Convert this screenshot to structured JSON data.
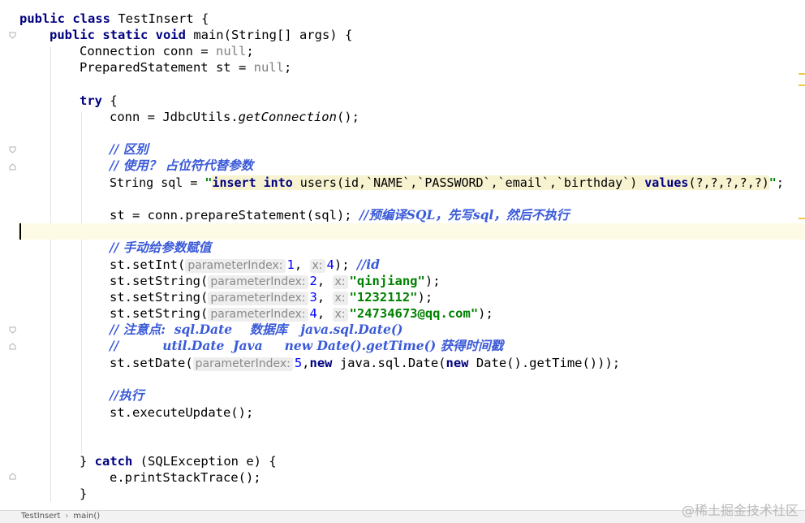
{
  "code": {
    "l1": {
      "kw": "public class ",
      "rest": "TestInsert {"
    },
    "l2": {
      "kw": "public static void ",
      "rest": "main(String[] args) {"
    },
    "l3": {
      "a": "Connection conn = ",
      "nullv": "null",
      "b": ";"
    },
    "l4": {
      "a": "PreparedStatement st = ",
      "nullv": "null",
      "b": ";"
    },
    "l5": {
      "kw": "try",
      "rest": " {"
    },
    "l6": {
      "a": "conn = JdbcUtils.",
      "m": "getConnection",
      "b": "();"
    },
    "l7": {
      "c": "// 区别"
    },
    "l8": {
      "c": "// 使用？ 占位符代替参数"
    },
    "l9": {
      "a": "String sql = ",
      "q1": "\"",
      "s1": "insert into",
      "s2": " users(id,`NAME`,`PASSWORD`,`email`,`birthday`) ",
      "s3": "values",
      "s4": "(?,?,?,?,?)",
      "q2": "\"",
      "b": ";"
    },
    "l10": {
      "a": "st = conn.prepareStatement(sql); ",
      "c": "//预编译SQL，先写sql，然后不执行"
    },
    "l11": {
      "c": "// 手动给参数赋值"
    },
    "l12": {
      "a": "st.setInt(",
      "h1": "parameterIndex:",
      "n1": "1",
      "sep": ", ",
      "h2": "x:",
      "n2": "4",
      "b": "); ",
      "c": "//id"
    },
    "l13": {
      "a": "st.setString(",
      "h1": "parameterIndex:",
      "n1": "2",
      "sep": ", ",
      "h2": "x:",
      "s": "\"qinjiang\"",
      "b": ");"
    },
    "l14": {
      "a": "st.setString(",
      "h1": "parameterIndex:",
      "n1": "3",
      "sep": ", ",
      "h2": "x:",
      "s": "\"1232112\"",
      "b": ");"
    },
    "l15": {
      "a": "st.setString(",
      "h1": "parameterIndex:",
      "n1": "4",
      "sep": ", ",
      "h2": "x:",
      "s": "\"24734673@qq.com\"",
      "b": ");"
    },
    "l16": {
      "c": "// 注意点:  sql.Date    数据库   java.sql.Date()"
    },
    "l17": {
      "c": "//          util.Date  Java     new Date().getTime() 获得时间戳"
    },
    "l18": {
      "a": "st.setDate(",
      "h1": "parameterIndex:",
      "n1": "5",
      "sep": ",",
      "kw1": "new",
      "m1": " java.sql.Date(",
      "kw2": "new",
      "m2": " Date().getTime()));"
    },
    "l19": {
      "c": "//执行"
    },
    "l20": {
      "a": "st.executeUpdate();"
    },
    "l21": {
      "a": "} ",
      "kw": "catch",
      "b": " (SQLException e) {"
    },
    "l22": {
      "a": "e.printStackTrace();"
    },
    "l23": {
      "a": "}"
    }
  },
  "colors": {
    "keyword": "#000080",
    "string": "#008000",
    "number": "#0000ff",
    "comment": "#3a5ad8",
    "current_line": "#fdfbe6"
  },
  "statusbar": {
    "crumb_class": "TestInsert",
    "crumb_sep": "›",
    "crumb_method": "main()"
  },
  "watermark": "@稀土掘金技术社区"
}
